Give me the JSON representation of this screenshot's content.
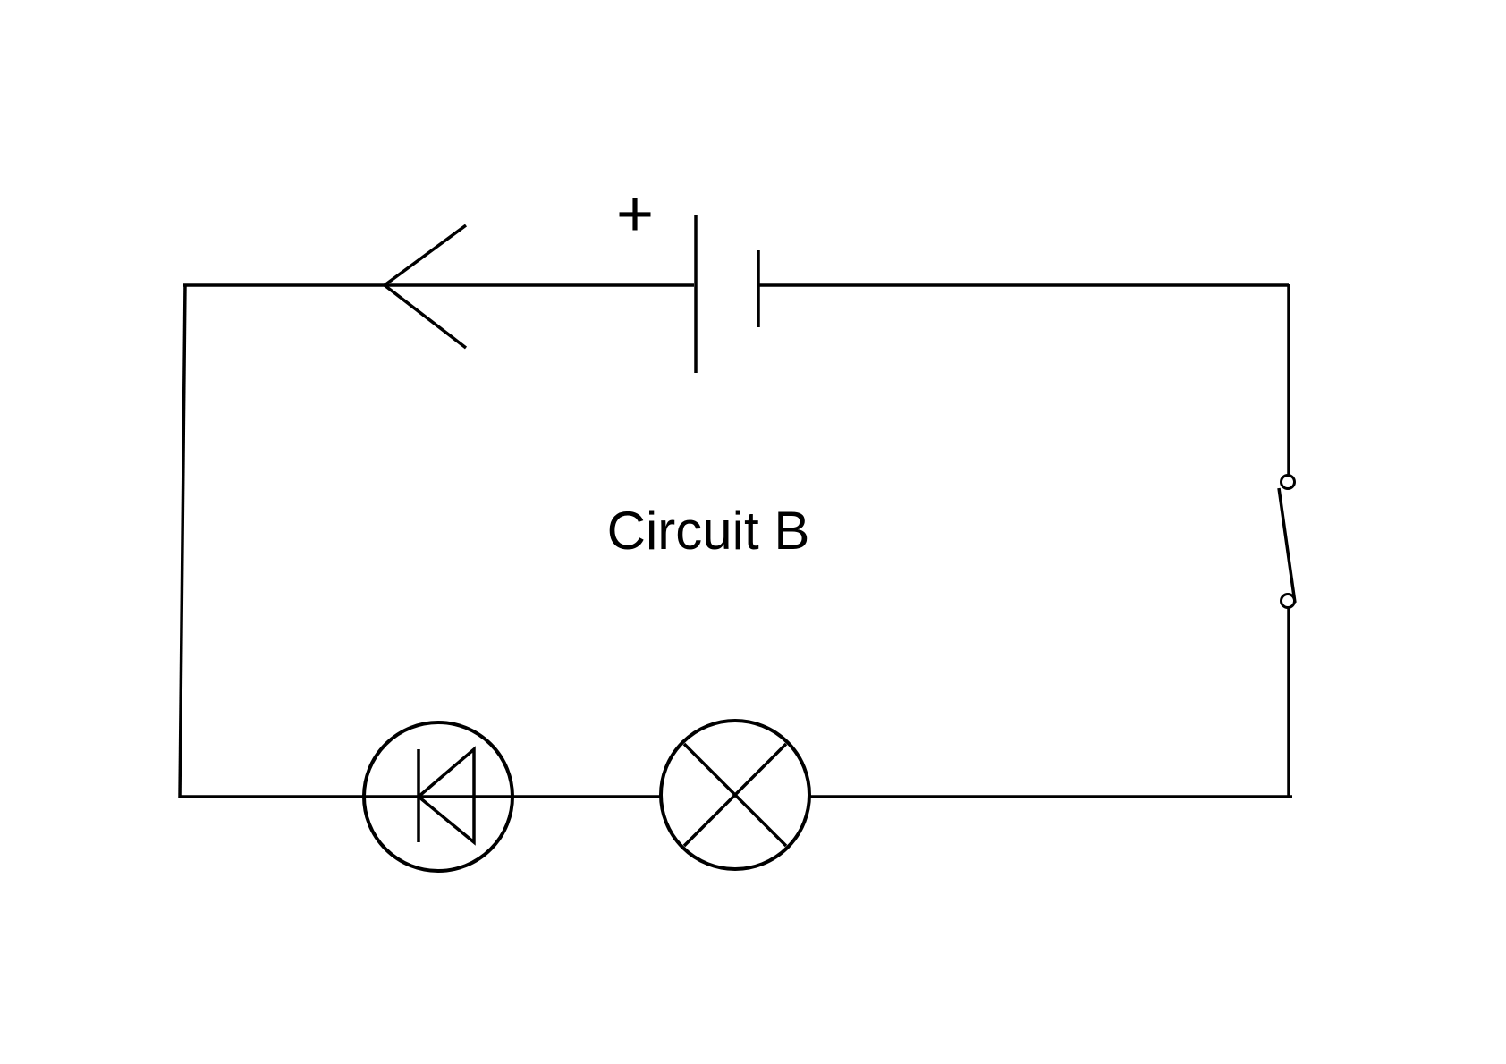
{
  "diagram": {
    "title": "Circuit B",
    "battery_polarity_label": "+",
    "components": [
      {
        "id": "antenna",
        "kind": "antenna / open arrow"
      },
      {
        "id": "battery",
        "kind": "cell"
      },
      {
        "id": "switch",
        "kind": "switch"
      },
      {
        "id": "lamp",
        "kind": "lamp"
      },
      {
        "id": "led",
        "kind": "light-emitting diode"
      }
    ],
    "colors": {
      "stroke": "#000000",
      "background": "#ffffff"
    }
  }
}
